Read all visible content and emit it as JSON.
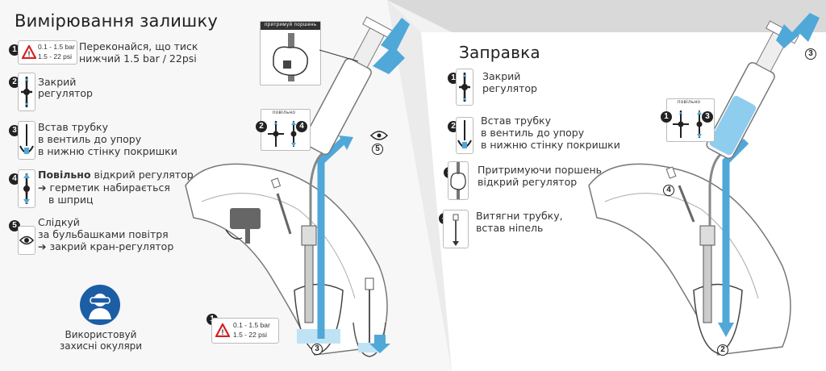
{
  "left": {
    "title": "Вимірювання залишку",
    "steps": [
      {
        "num": "1",
        "line1": "Переконайся, що тиск",
        "line2": "нижчий 1.5 bar / 22psi",
        "pressure_top": "0.1 - 1.5 bar",
        "pressure_bottom": "1.5 - 22 psi"
      },
      {
        "num": "2",
        "line1": "Закрий",
        "line2": "регулятор"
      },
      {
        "num": "3",
        "line1": "Встав трубку",
        "line2": "в вентиль до упору",
        "line3": "в нижню стінку покришки"
      },
      {
        "num": "4",
        "bold": "Повільно",
        "rest": " відкрий регулятор",
        "line2": "➔ герметик набирається",
        "line3": "в шприц"
      },
      {
        "num": "5",
        "line1": "Слідкуй",
        "line2": "за бульбашками повітря",
        "line3": "➔ закрий кран-регулятор"
      }
    ],
    "safety": {
      "line1": "Використовуй",
      "line2": "захисні окуляри"
    },
    "callout_label": "притримуй поршень",
    "valve_label": "повільно",
    "badge": {
      "num": "1",
      "pressure_top": "0.1 - 1.5 bar",
      "pressure_bottom": "1.5 - 22 psi"
    },
    "marker_3": "3",
    "marker_5": "5",
    "valve_num_left": "2",
    "valve_num_right": "4"
  },
  "right": {
    "title": "Заправка",
    "steps": [
      {
        "num": "1",
        "line1": "Закрий",
        "line2": "регулятор"
      },
      {
        "num": "2",
        "line1": "Встав трубку",
        "line2": "в вентиль до упору",
        "line3": "в нижню стінку покришки"
      },
      {
        "num": "3",
        "line1": "Притримуючи поршень,",
        "line2": "відкрий регулятор"
      },
      {
        "num": "4",
        "line1": "Витягни трубку,",
        "line2": "встав ніпель"
      }
    ],
    "valve_label": "повільно",
    "marker_2": "2",
    "marker_3": "3",
    "marker_4": "4",
    "valve_num_left": "1",
    "valve_num_right": "3"
  },
  "colors": {
    "blue": "#4fa8d8",
    "light_blue": "#bfe3f5",
    "dark": "#222222",
    "tire": "#ffffff",
    "outline": "#888888",
    "safety_blue": "#1c5ea6",
    "warning_red": "#d62020"
  }
}
